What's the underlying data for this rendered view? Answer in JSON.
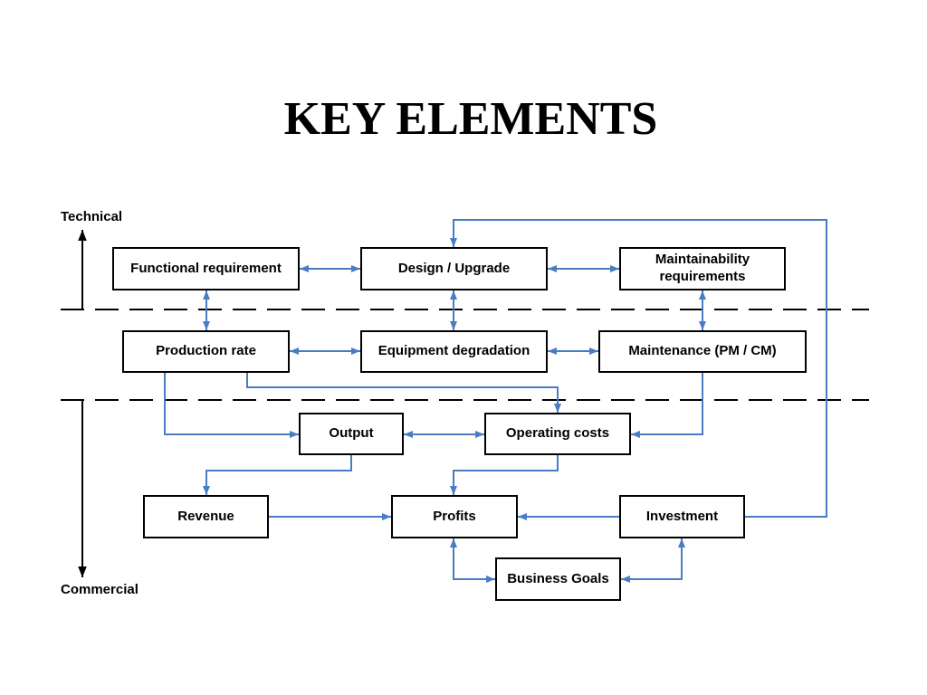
{
  "title": "KEY ELEMENTS",
  "axis": {
    "top_label": "Technical",
    "bottom_label": "Commercial"
  },
  "nodes": {
    "functional_requirement": "Functional requirement",
    "design_upgrade": "Design / Upgrade",
    "maintainability_requirements": "Maintainability requirements",
    "production_rate": "Production rate",
    "equipment_degradation": "Equipment degradation",
    "maintenance": "Maintenance (PM / CM)",
    "output": "Output",
    "operating_costs": "Operating costs",
    "revenue": "Revenue",
    "profits": "Profits",
    "investment": "Investment",
    "business_goals": "Business Goals"
  },
  "colors": {
    "connector": "#4a7cc4",
    "box_border": "#000000",
    "divider": "#000000"
  }
}
